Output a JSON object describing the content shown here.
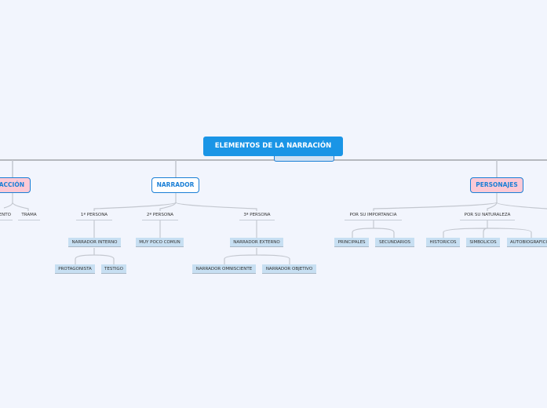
{
  "root": {
    "label": "ELEMENTOS DE LA NARRACIÓN"
  },
  "branches": {
    "accion": {
      "label": "ACCIÓN",
      "children": [
        "ARGUMENTO",
        "TRAMA"
      ]
    },
    "narrador": {
      "label": "NARRADOR",
      "primera": {
        "label": "1ª PERSONA",
        "child": "NARRADOR INTERNO",
        "grandchildren": [
          "PROTAGONISTA",
          "TESTIGO"
        ]
      },
      "segunda": {
        "label": "2ª PERSONA",
        "child": "MUY POCO COMUN"
      },
      "tercera": {
        "label": "3ª PERSONA",
        "child": "NARRADOR EXTERNO",
        "grandchildren": [
          "NARRADOR OMNISCIENTE",
          "NARRADOR OBJETIVO"
        ]
      }
    },
    "personajes": {
      "label": "PERSONAJES",
      "importancia": {
        "label": "POR SU IMPORTANCIA",
        "children": [
          "PRINCIPALES",
          "SECUNDARIOS"
        ]
      },
      "naturaleza": {
        "label": "POR SU NATURALEZA",
        "children": [
          "HISTORICOS",
          "SIMBOLICOS",
          "AUTOBIOGRAFICOS"
        ]
      }
    }
  },
  "colors": {
    "root": "#1a95e6",
    "accent": "#1a7fd6",
    "pink": "#fcc9d6",
    "leaf": "#c7dff2",
    "background": "#f2f5fd"
  }
}
